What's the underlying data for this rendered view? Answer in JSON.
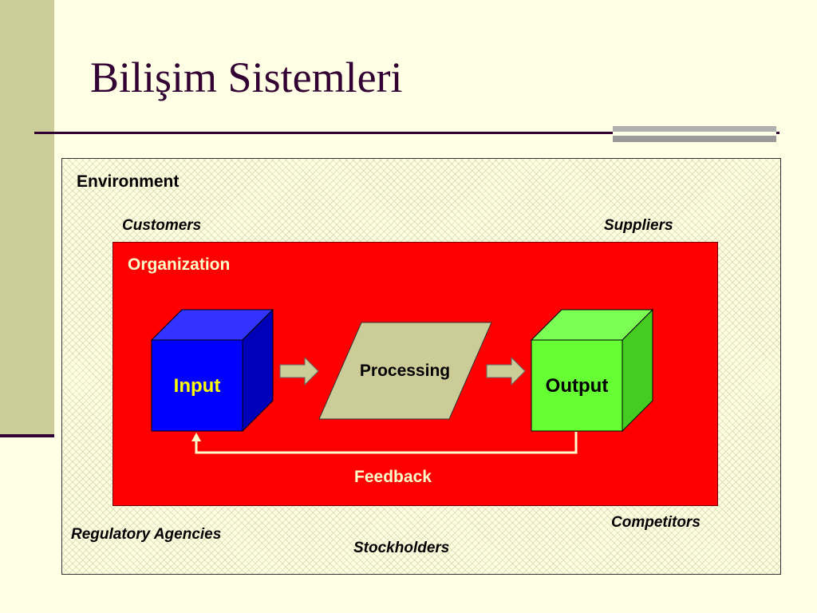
{
  "slide": {
    "title": "Bilişim Sistemleri"
  },
  "diagram": {
    "environment": {
      "label": "Environment",
      "entities": {
        "customers": "Customers",
        "suppliers": "Suppliers",
        "regulatory_agencies": "Regulatory Agencies",
        "stockholders": "Stockholders",
        "competitors": "Competitors"
      }
    },
    "organization": {
      "label": "Organization",
      "input": "Input",
      "processing": "Processing",
      "output": "Output",
      "feedback": "Feedback"
    }
  },
  "colors": {
    "background": "#FFFFE5",
    "sidebar": "#CCCC99",
    "title_text": "#330033",
    "organization": "#FF0000",
    "input_block": "#0000FF",
    "processing_block": "#CCCC99",
    "output_block": "#66FF33",
    "arrow": "#CCCC99"
  }
}
